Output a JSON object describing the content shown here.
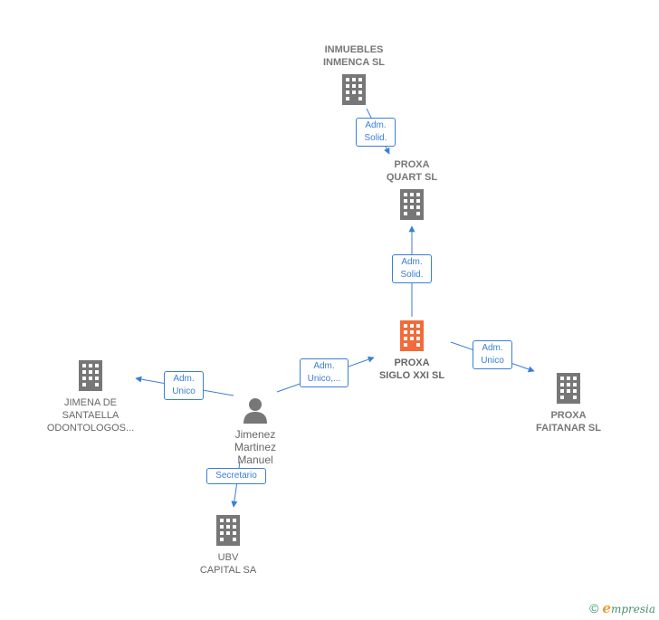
{
  "colors": {
    "edge": "#3a7fd5",
    "building": "#777777",
    "main_building": "#f26b3a",
    "person": "#777777"
  },
  "nodes": {
    "inmuebles": {
      "lines": [
        "INMUEBLES",
        "INMENCA  SL"
      ],
      "icon": "building-icon"
    },
    "quart": {
      "lines": [
        "PROXA",
        "QUART  SL"
      ],
      "icon": "building-icon"
    },
    "siglo": {
      "lines": [
        "PROXA",
        "SIGLO XXI  SL"
      ],
      "icon": "building-icon"
    },
    "faitanar": {
      "lines": [
        "PROXA",
        "FAITANAR  SL"
      ],
      "icon": "building-icon"
    },
    "jimena": {
      "lines": [
        "JIMENA DE",
        "SANTAELLA",
        "ODONTOLOGOS..."
      ],
      "icon": "building-icon"
    },
    "person": {
      "lines": [
        "Jimenez",
        "Martinez",
        "Manuel"
      ],
      "icon": "person-icon"
    },
    "ubv": {
      "lines": [
        "UBV",
        "CAPITAL SA"
      ],
      "icon": "building-icon"
    }
  },
  "edges": {
    "inmuebles_quart": {
      "lines": [
        "Adm.",
        "Solid."
      ]
    },
    "siglo_quart": {
      "lines": [
        "Adm.",
        "Solid."
      ]
    },
    "siglo_faitanar": {
      "lines": [
        "Adm.",
        "Unico"
      ]
    },
    "person_siglo": {
      "lines": [
        "Adm.",
        "Unico,..."
      ]
    },
    "person_jimena": {
      "lines": [
        "Adm.",
        "Unico"
      ]
    },
    "person_ubv": {
      "lines": [
        "Secretario"
      ]
    }
  },
  "footer": {
    "copyright": "©",
    "brand_initial": "e",
    "brand_rest": "mpresia"
  }
}
